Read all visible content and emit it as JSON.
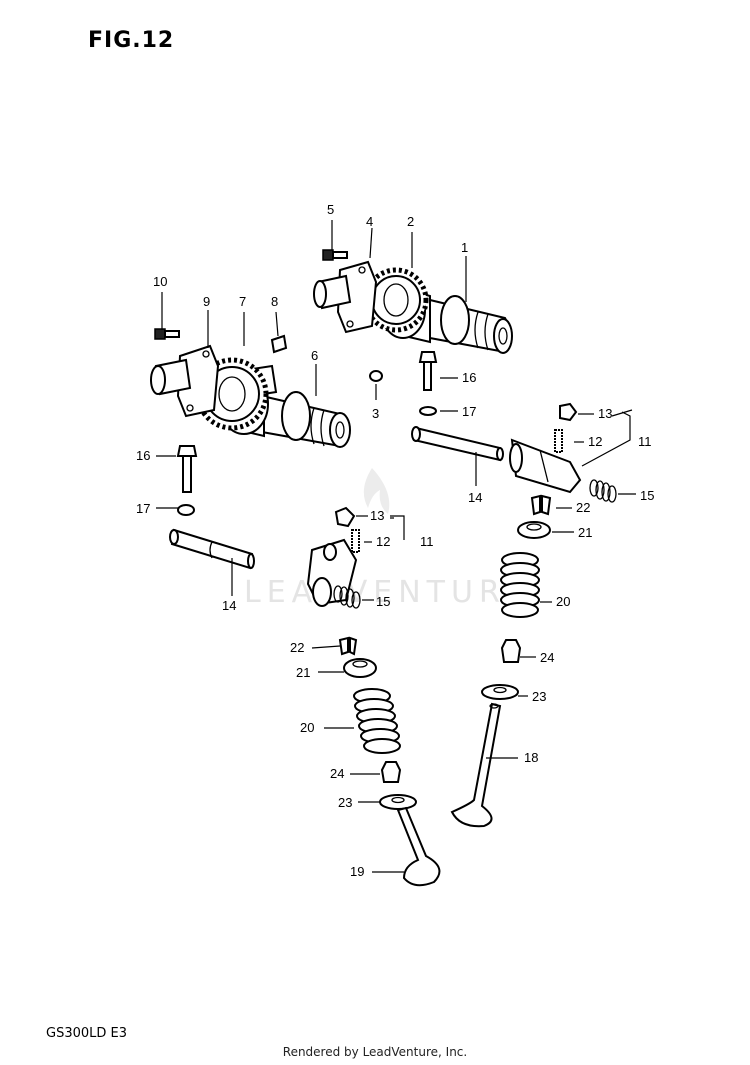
{
  "figure": {
    "title": "FIG.12"
  },
  "model_code": "GS300LD E3",
  "footer": "Rendered by LeadVenture, Inc.",
  "watermark": "LEADVENTURE",
  "callouts": [
    {
      "id": "c1",
      "text": "1"
    },
    {
      "id": "c2",
      "text": "2"
    },
    {
      "id": "c3",
      "text": "3"
    },
    {
      "id": "c4",
      "text": "4"
    },
    {
      "id": "c5",
      "text": "5"
    },
    {
      "id": "c6",
      "text": "6"
    },
    {
      "id": "c7",
      "text": "7"
    },
    {
      "id": "c8",
      "text": "8"
    },
    {
      "id": "c9",
      "text": "9"
    },
    {
      "id": "c10",
      "text": "10"
    },
    {
      "id": "c11a",
      "text": "11"
    },
    {
      "id": "c11b",
      "text": "11"
    },
    {
      "id": "c12a",
      "text": "12"
    },
    {
      "id": "c12b",
      "text": "12"
    },
    {
      "id": "c13a",
      "text": "13"
    },
    {
      "id": "c13b",
      "text": "13"
    },
    {
      "id": "c14a",
      "text": "14"
    },
    {
      "id": "c14b",
      "text": "14"
    },
    {
      "id": "c15a",
      "text": "15"
    },
    {
      "id": "c15b",
      "text": "15"
    },
    {
      "id": "c16a",
      "text": "16"
    },
    {
      "id": "c16b",
      "text": "16"
    },
    {
      "id": "c17a",
      "text": "17"
    },
    {
      "id": "c17b",
      "text": "17"
    },
    {
      "id": "c18",
      "text": "18"
    },
    {
      "id": "c19",
      "text": "19"
    },
    {
      "id": "c20a",
      "text": "20"
    },
    {
      "id": "c20b",
      "text": "20"
    },
    {
      "id": "c21a",
      "text": "21"
    },
    {
      "id": "c21b",
      "text": "21"
    },
    {
      "id": "c22a",
      "text": "22"
    },
    {
      "id": "c22b",
      "text": "22"
    },
    {
      "id": "c23a",
      "text": "23"
    },
    {
      "id": "c23b",
      "text": "23"
    },
    {
      "id": "c24a",
      "text": "24"
    },
    {
      "id": "c24b",
      "text": "24"
    }
  ]
}
